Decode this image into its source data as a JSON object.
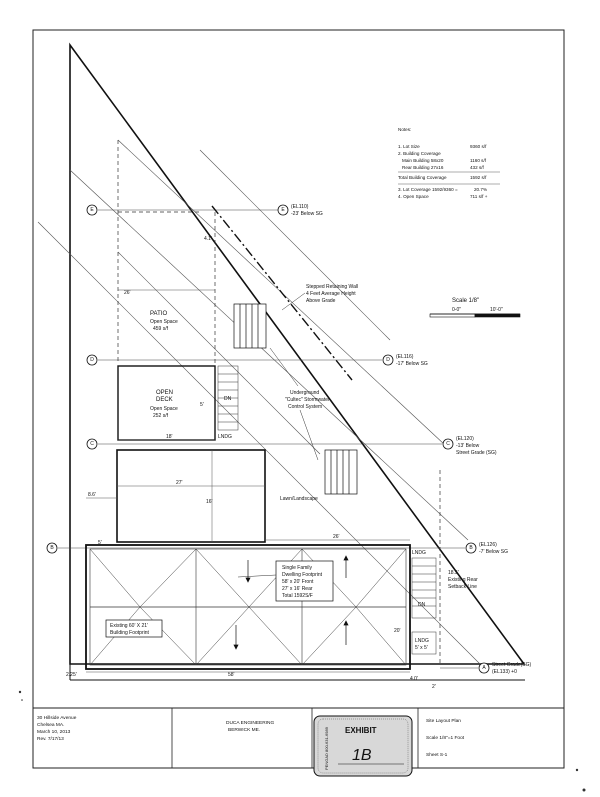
{
  "notes": {
    "header": "Notes:",
    "lines": [
      {
        "label": "1. Lot Size",
        "value": "9360 s/f"
      },
      {
        "label": "2. Building Coverage",
        "value": ""
      },
      {
        "label": "Main Building 58x20",
        "value": "1160 s/f"
      },
      {
        "label": "Rear Building 27x16",
        "value": "432 s/f"
      },
      {
        "label": "Total Building Coverage",
        "value": "1592 s/f"
      },
      {
        "label": "3. Lot Coverage   1592/9360 =",
        "value": "20.7%"
      },
      {
        "label": "4. Open Space",
        "value": "711 s/f +"
      }
    ]
  },
  "scale": {
    "label": "Scale 1/8\"",
    "bar_left": "0-0\"",
    "bar_right": "10'-0\""
  },
  "grid_bubbles": [
    "E",
    "D",
    "C",
    "B",
    "A"
  ],
  "elevations": {
    "e": {
      "code": "(EL110)",
      "note": "-23' Below SG"
    },
    "d": {
      "code": "(EL116)",
      "note": "-17' Below SG"
    },
    "c": {
      "code": "(EL120)",
      "note1": "-13' Below",
      "note2": "Street Grade (SG)"
    },
    "b": {
      "code": "(EL126)",
      "note": "-7' Below SG"
    },
    "a": {
      "code1": "Street Grade(SG)",
      "code2": "(EL133) +0"
    }
  },
  "plan": {
    "patio": "PATIO",
    "patio_sub1": "Open Space",
    "patio_sub2": "459 s/f",
    "deck1": "OPEN",
    "deck2": "DECK",
    "deck_sub1": "Open Space",
    "deck_sub2": "252 s/f",
    "retaining1": "Stepped Retaining Wall",
    "retaining2": "4 Feet Average Height",
    "retaining3": "Above Grade",
    "storm1": "Underground",
    "storm2": "\"Cultec\" Stormwater",
    "storm3": "Control System",
    "lawn": "Lawn/Landscape",
    "single1": "Single Family",
    "single2": "Dwelling Footprint",
    "single3": "58' x 20' Front",
    "single4": "27' x 16' Rear",
    "single5": "Total 1592S/F",
    "existing1": "Existing 60' X 21'",
    "existing2": "Building Footprint",
    "setback1": "18.5'",
    "setback2": "Existing Rear",
    "setback3": "Setback Line",
    "dn": "DN",
    "dn2": "DN",
    "lndg1": "LNDG",
    "lndg2": "LNDG",
    "lndg3": "LNDG",
    "lndg3_sub": "5' x 5'",
    "dim_26": "26'",
    "dim_18": "18'",
    "dim_27": "27'",
    "dim_16": "16'",
    "dim_26b": "26'",
    "dim_58": "58'",
    "dim_20": "20'",
    "dim_5": "5'",
    "dim_86": "8.6'",
    "dim_225": "2.25'",
    "dim_40": "4.0'",
    "dim_2": "2'",
    "dim_5b": "5'",
    "dim_41": "4.1'"
  },
  "title_block": {
    "address1": "30 Hillside Avenue",
    "address2": "Chelsea MA.",
    "date": "March 10, 2013",
    "rev": "Rev. 7/17/13",
    "firm1": "DUCA ENGINEERING",
    "firm2": "BERWICK ME.",
    "sheet_title": "Site Layout Plan",
    "sheet_scale": "Scale 1/8\"=1 Foot",
    "sheet_no": "Sheet S-1"
  },
  "exhibit": {
    "label": "EXHIBIT",
    "number": "1B",
    "side": "PENGAD 800-631-6989"
  }
}
